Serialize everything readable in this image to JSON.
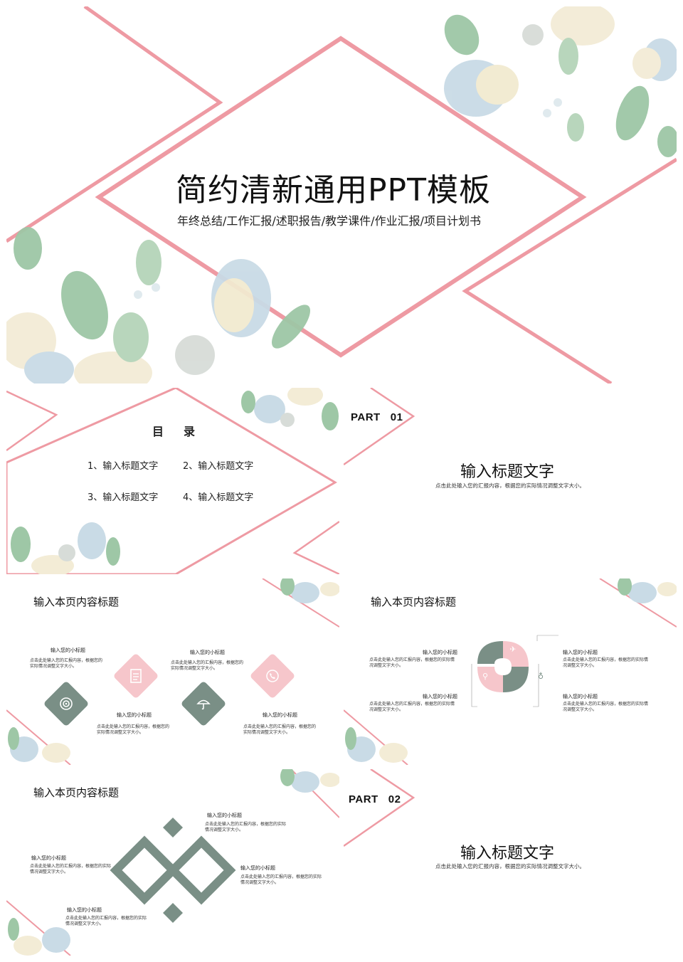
{
  "cover": {
    "title": "简约清新通用PPT模板",
    "subtitle": "年终总结/工作汇报/述职报告/教学课件/作业汇报/项目计划书"
  },
  "toc": {
    "title": "目录",
    "items": [
      "1、输入标题文字",
      "2、输入标题文字",
      "3、输入标题文字",
      "4、输入标题文字"
    ]
  },
  "part1": {
    "label": "PART",
    "number": "01",
    "heading": "输入标题文字",
    "desc": "点击此处输入您的汇报内容，根据您的实际情况调整文字大小。"
  },
  "slide4": {
    "title": "输入本页内容标题",
    "blocks": [
      {
        "heading": "输入您的小标题",
        "text": "点击此处输入您的汇报内容，根据您的实际情况调整文字大小。"
      },
      {
        "heading": "输入您的小标题",
        "text": "点击此处输入您的汇报内容，根据您的实际情况调整文字大小。"
      },
      {
        "heading": "输入您的小标题",
        "text": "点击此处输入您的汇报内容，根据您的实际情况调整文字大小。"
      },
      {
        "heading": "输入您的小标题",
        "text": "点击此处输入您的汇报内容，根据您的实际情况调整文字大小。"
      }
    ],
    "icons": [
      "document-icon",
      "target-icon",
      "umbrella-icon",
      "phone-icon"
    ]
  },
  "slide5": {
    "title": "输入本页内容标题",
    "blocks": [
      {
        "heading": "输入您的小标题",
        "text": "点击此处输入您的汇报内容，根据您的实际情况调整文字大小。"
      },
      {
        "heading": "输入您的小标题",
        "text": "点击此处输入您的汇报内容，根据您的实际情况调整文字大小。"
      },
      {
        "heading": "输入您的小标题",
        "text": "点击此处输入您的汇报内容，根据您的实际情况调整文字大小。"
      },
      {
        "heading": "输入您的小标题",
        "text": "点击此处输入您的汇报内容，根据您的实际情况调整文字大小。"
      }
    ],
    "icons": [
      "rocket-icon",
      "magnifier-icon",
      "lightbulb-icon",
      "report-icon"
    ]
  },
  "slide6": {
    "title": "输入本页内容标题",
    "blocks": [
      {
        "heading": "输入您的小标题",
        "text": "点击此处输入您的汇报内容，根据您的实际情况调整文字大小。"
      },
      {
        "heading": "输入您的小标题",
        "text": "点击此处输入您的汇报内容，根据您的实际情况调整文字大小。"
      },
      {
        "heading": "输入您的小标题",
        "text": "点击此处输入您的汇报内容，根据您的实际情况调整文字大小。"
      },
      {
        "heading": "输入您的小标题",
        "text": "点击此处输入您的汇报内容，根据您的实际情况调整文字大小。"
      }
    ]
  },
  "part2": {
    "label": "PART",
    "number": "02",
    "heading": "输入标题文字",
    "desc": "点击此处输入您的汇报内容，根据您的实际情况调整文字大小。"
  },
  "colors": {
    "accent_pink": "#ee9aa3",
    "tile_pink": "#f6c6cb",
    "tile_grey": "#7a8f86"
  }
}
